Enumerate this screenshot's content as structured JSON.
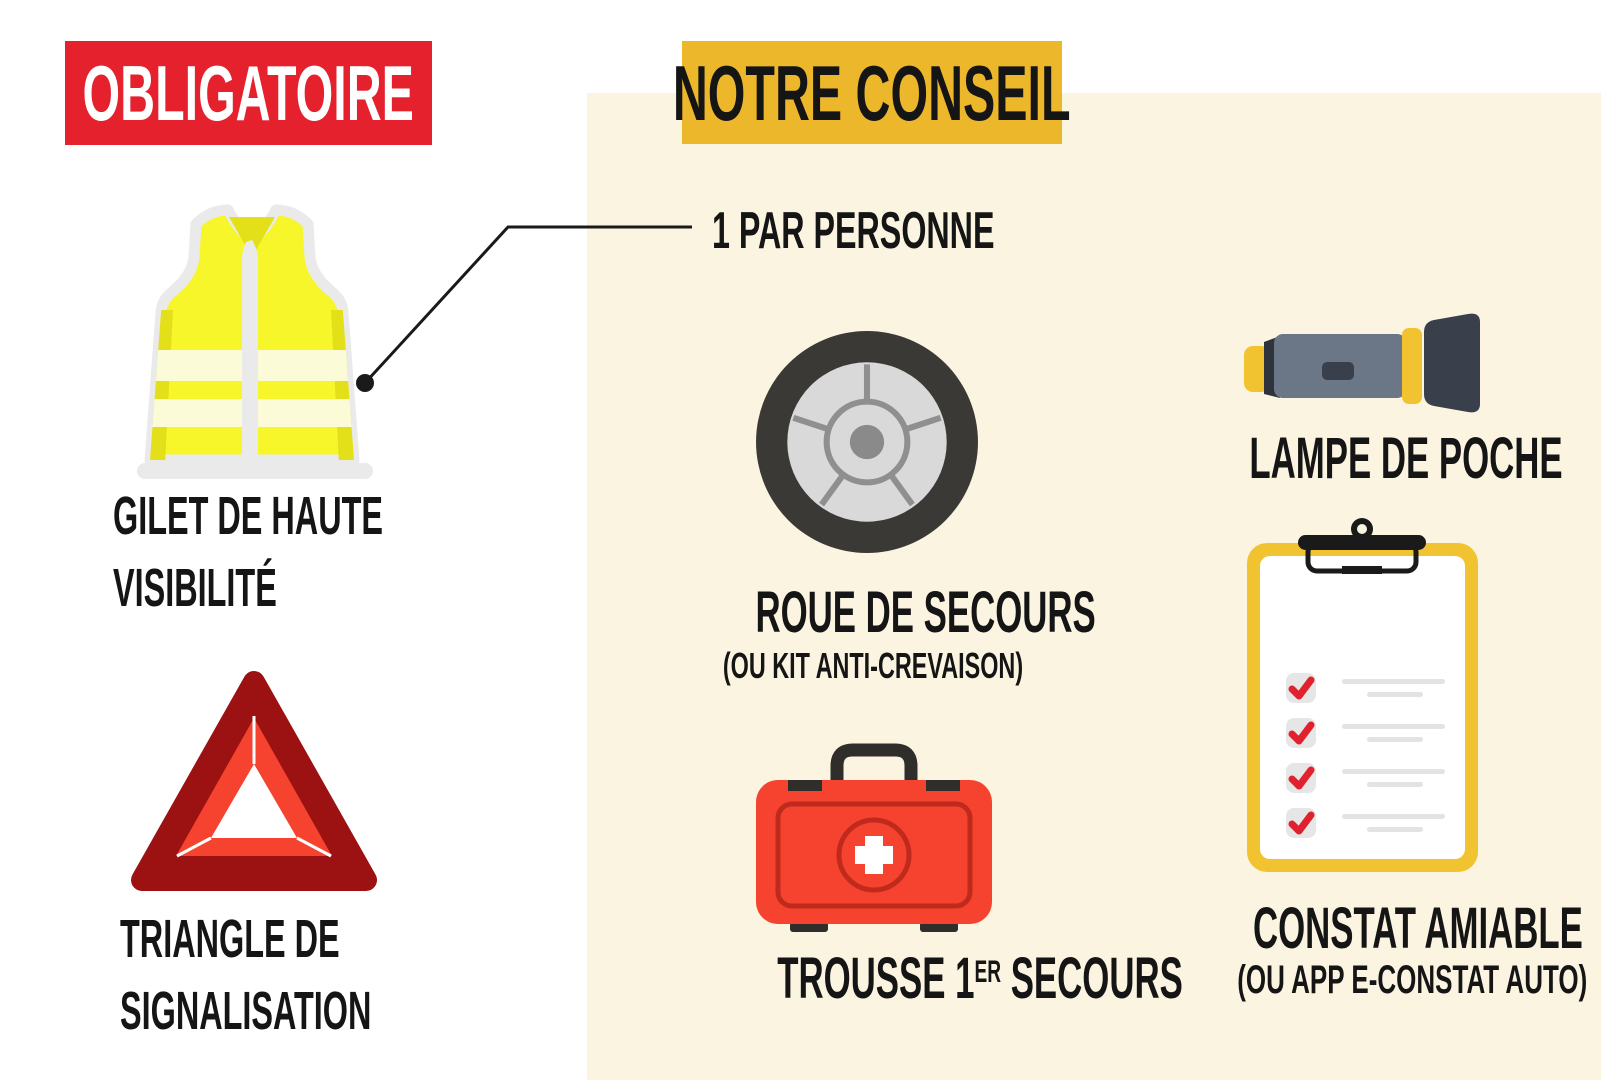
{
  "title_context": "car-safety-equipment-infographic",
  "colors": {
    "mandatory_red": "#E4212D",
    "advice_yellow": "#EDB72B",
    "panel_cream": "#FBF4E1",
    "text_black": "#151515",
    "vest_yellow": "#F6F62B",
    "triangle_dark_red": "#9C1111",
    "triangle_bright_red": "#F5432F",
    "check_red": "#E0212E",
    "equipment_yellow": "#F2C331"
  },
  "mandatory": {
    "badge": "OBLIGATOIRE",
    "items": [
      {
        "icon": "safety-vest-icon",
        "line1": "GILET DE HAUTE",
        "line2": "VISIBILITÉ"
      },
      {
        "icon": "warning-triangle-icon",
        "line1": "TRIANGLE DE",
        "line2": "SIGNALISATION"
      }
    ]
  },
  "advice": {
    "badge": "NOTRE CONSEIL",
    "callout": "1 PAR PERSONNE",
    "items": [
      {
        "icon": "spare-wheel-icon",
        "label": "ROUE DE SECOURS",
        "sublabel": "(OU KIT ANTI-CREVAISON)"
      },
      {
        "icon": "first-aid-kit-icon",
        "prefix": "TROUSSE 1",
        "sup": "ER",
        "suffix": " SECOURS"
      },
      {
        "icon": "flashlight-icon",
        "label": "LAMPE DE POCHE"
      },
      {
        "icon": "accident-report-clipboard-icon",
        "label": "CONSTAT AMIABLE",
        "sublabel": "(OU APP E-CONSTAT AUTO)",
        "checklist_rows": 4
      }
    ]
  }
}
